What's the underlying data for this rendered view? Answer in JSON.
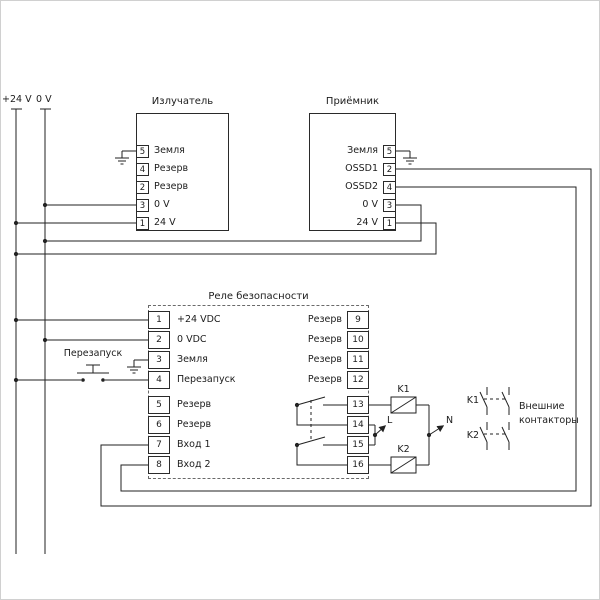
{
  "style": {
    "ink": "#222222",
    "background": "#ffffff"
  },
  "rails": {
    "plus24": "+24 V",
    "zero": "0 V"
  },
  "emitter": {
    "title": "Излучатель",
    "pins": [
      {
        "num": "5",
        "label": "Земля"
      },
      {
        "num": "4",
        "label": "Резерв"
      },
      {
        "num": "2",
        "label": "Резерв"
      },
      {
        "num": "3",
        "label": "0 V"
      },
      {
        "num": "1",
        "label": "24 V"
      }
    ]
  },
  "receiver": {
    "title": "Приёмник",
    "pins": [
      {
        "num": "5",
        "label": "Земля"
      },
      {
        "num": "2",
        "label": "OSSD1"
      },
      {
        "num": "4",
        "label": "OSSD2"
      },
      {
        "num": "3",
        "label": "0 V"
      },
      {
        "num": "1",
        "label": "24 V"
      }
    ]
  },
  "relay": {
    "title": "Реле безопасности",
    "left_terminals": [
      {
        "num": "1",
        "label": "+24 VDC"
      },
      {
        "num": "2",
        "label": "0 VDC"
      },
      {
        "num": "3",
        "label": "Земля"
      },
      {
        "num": "4",
        "label": "Перезапуск"
      },
      {
        "num": "5",
        "label": "Резерв"
      },
      {
        "num": "6",
        "label": "Резерв"
      },
      {
        "num": "7",
        "label": "Вход 1"
      },
      {
        "num": "8",
        "label": "Вход 2"
      }
    ],
    "right_terminals": [
      {
        "num": "9",
        "label": "Резерв"
      },
      {
        "num": "10",
        "label": "Резерв"
      },
      {
        "num": "11",
        "label": "Резерв"
      },
      {
        "num": "12",
        "label": "Резерв"
      },
      {
        "num": "13",
        "label": ""
      },
      {
        "num": "14",
        "label": ""
      },
      {
        "num": "15",
        "label": ""
      },
      {
        "num": "16",
        "label": ""
      }
    ]
  },
  "restart_button": {
    "label": "Перезапуск"
  },
  "relay_coils": [
    {
      "name": "K1"
    },
    {
      "name": "K2"
    }
  ],
  "supply": {
    "line": "L",
    "neutral": "N"
  },
  "external_contactors": {
    "items": [
      {
        "name": "K1"
      },
      {
        "name": "K2"
      }
    ],
    "caption_line1": "Внешние",
    "caption_line2": "контакторы"
  }
}
